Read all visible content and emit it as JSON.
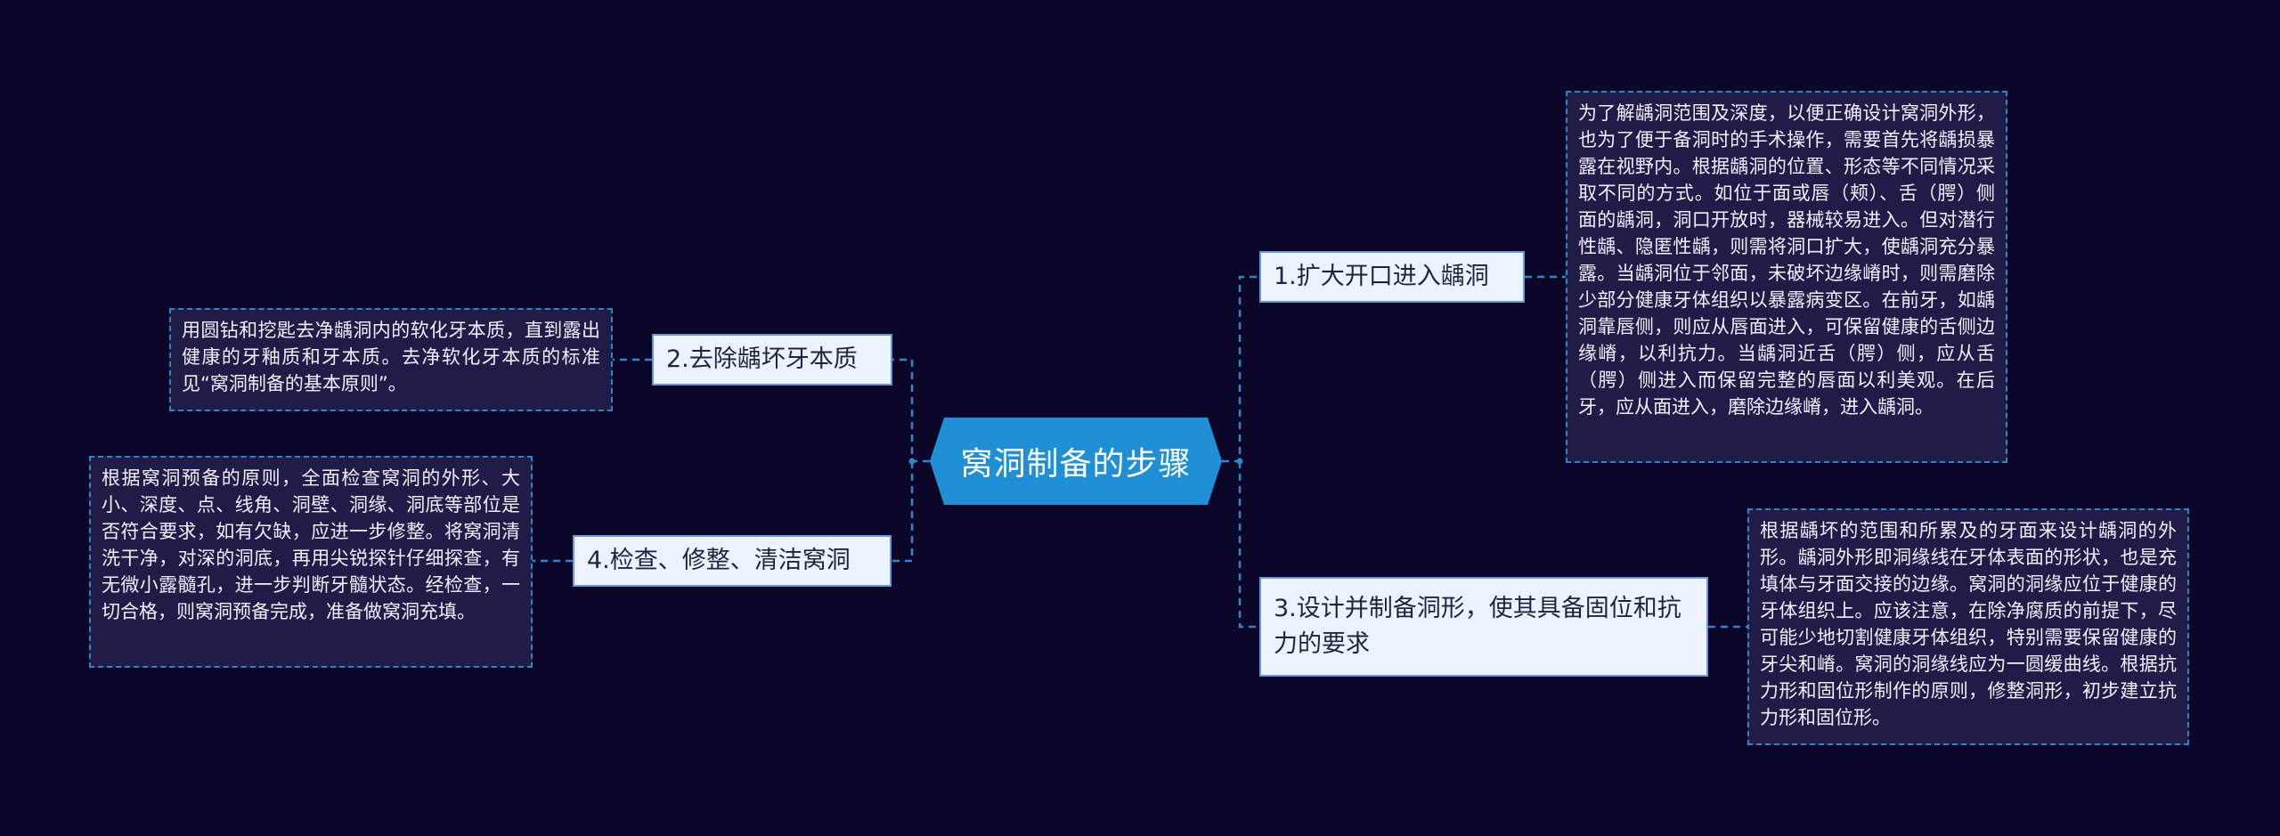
{
  "root": {
    "label": "窝洞制备的步骤"
  },
  "branches": [
    {
      "label": "1.扩大开口进入龋洞",
      "note": "为了解龋洞范围及深度，以便正确设计窝洞外形，也为了便于备洞时的手术操作，需要首先将龋损暴露在视野内。根据龋洞的位置、形态等不同情况采取不同的方式。如位于面或唇（颊）、舌（腭）侧面的龋洞，洞口开放时，器械较易进入。但对潜行性龋、隐匿性龋，则需将洞口扩大，使龋洞充分暴露。当龋洞位于邻面，未破坏边缘嵴时，则需磨除少部分健康牙体组织以暴露病变区。在前牙，如龋洞靠唇侧，则应从唇面进入，可保留健康的舌侧边缘嵴，以利抗力。当龋洞近舌（腭）侧，应从舌（腭）侧进入而保留完整的唇面以利美观。在后牙，应从面进入，磨除边缘嵴，进入龋洞。"
    },
    {
      "label": "2.去除龋坏牙本质",
      "note": "用圆钻和挖匙去净龋洞内的软化牙本质，直到露出健康的牙釉质和牙本质。去净软化牙本质的标准见“窝洞制备的基本原则”。"
    },
    {
      "label": "3.设计并制备洞形，使其具备固位和抗力的要求",
      "note": "根据龋坏的范围和所累及的牙面来设计龋洞的外形。龋洞外形即洞缘线在牙体表面的形状，也是充填体与牙面交接的边缘。窝洞的洞缘应位于健康的牙体组织上。应该注意，在除净腐质的前提下，尽可能少地切割健康牙体组织，特别需要保留健康的牙尖和嵴。窝洞的洞缘线应为一圆缓曲线。根据抗力形和固位形制作的原则，修整洞形，初步建立抗力形和固位形。"
    },
    {
      "label": "4.检查、修整、清洁窝洞",
      "note": "根据窝洞预备的原则，全面检查窝洞的外形、大小、深度、点、线角、洞壁、洞缘、洞底等部位是否符合要求，如有欠缺，应进一步修整。将窝洞清洗干净，对深的洞底，再用尖锐探针仔细探查，有无微小露髓孔，进一步判断牙髓状态。经检查，一切合格，则窝洞预备完成，准备做窝洞充填。"
    }
  ]
}
